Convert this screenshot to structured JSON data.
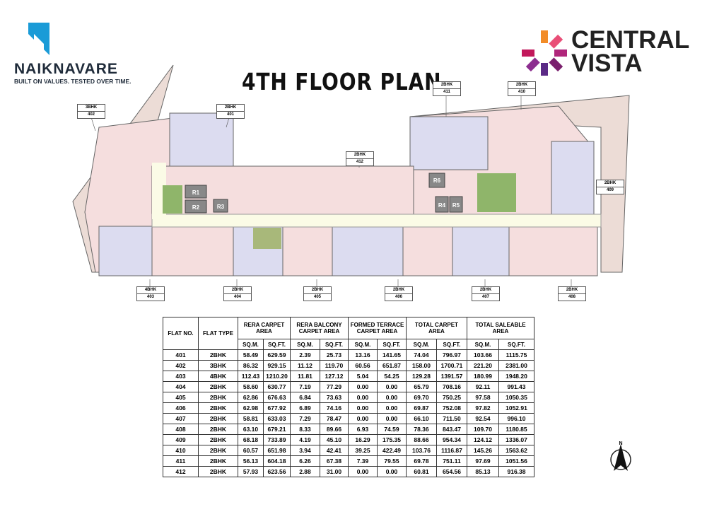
{
  "brand": {
    "name": "NAIKNAVARE",
    "tagline": "BUILT ON VALUES. TESTED OVER TIME."
  },
  "project": {
    "name_line1": "CENTRAL",
    "name_line2": "VISTA"
  },
  "title": "4TH  FLOOR PLAN",
  "colors": {
    "logo_blue": "#1a9bd7",
    "terrace": "#e8d6d0",
    "flat_pink": "#f6dede",
    "flat_lavender": "#dcdcf0",
    "corridor": "#fbfbe6",
    "landscape": "#8fb56a"
  },
  "flat_tags": [
    {
      "type": "3BHK",
      "no": "402"
    },
    {
      "type": "2BHK",
      "no": "401"
    },
    {
      "type": "2BHK",
      "no": "411"
    },
    {
      "type": "2BHK",
      "no": "410"
    },
    {
      "type": "2BHK",
      "no": "412"
    },
    {
      "type": "2BHK",
      "no": "409"
    },
    {
      "type": "4BHK",
      "no": "403"
    },
    {
      "type": "2BHK",
      "no": "404"
    },
    {
      "type": "2BHK",
      "no": "405"
    },
    {
      "type": "2BHK",
      "no": "406"
    },
    {
      "type": "2BHK",
      "no": "407"
    },
    {
      "type": "2BHK",
      "no": "408"
    }
  ],
  "plan_labels": {
    "lift_r1": "R1",
    "lift_r2": "R2",
    "lift_r3": "R3",
    "lift_r4": "R4",
    "lift_r5": "R5",
    "lift_r6": "R6"
  },
  "table": {
    "headers": {
      "flat_no": "FLAT NO.",
      "flat_type": "FLAT TYPE",
      "rera_carpet": "RERA CARPET AREA",
      "rera_balcony": "RERA BALCONY CARPET AREA",
      "formed_terrace": "FORMED TERRACE CARPET AREA",
      "total_carpet": "TOTAL CARPET AREA",
      "total_saleable": "TOTAL SALEABLE AREA",
      "sqm": "SQ.M.",
      "sqft": "SQ.FT."
    },
    "rows": [
      [
        "401",
        "2BHK",
        "58.49",
        "629.59",
        "2.39",
        "25.73",
        "13.16",
        "141.65",
        "74.04",
        "796.97",
        "103.66",
        "1115.75"
      ],
      [
        "402",
        "3BHK",
        "86.32",
        "929.15",
        "11.12",
        "119.70",
        "60.56",
        "651.87",
        "158.00",
        "1700.71",
        "221.20",
        "2381.00"
      ],
      [
        "403",
        "4BHK",
        "112.43",
        "1210.20",
        "11.81",
        "127.12",
        "5.04",
        "54.25",
        "129.28",
        "1391.57",
        "180.99",
        "1948.20"
      ],
      [
        "404",
        "2BHK",
        "58.60",
        "630.77",
        "7.19",
        "77.29",
        "0.00",
        "0.00",
        "65.79",
        "708.16",
        "92.11",
        "991.43"
      ],
      [
        "405",
        "2BHK",
        "62.86",
        "676.63",
        "6.84",
        "73.63",
        "0.00",
        "0.00",
        "69.70",
        "750.25",
        "97.58",
        "1050.35"
      ],
      [
        "406",
        "2BHK",
        "62.98",
        "677.92",
        "6.89",
        "74.16",
        "0.00",
        "0.00",
        "69.87",
        "752.08",
        "97.82",
        "1052.91"
      ],
      [
        "407",
        "2BHK",
        "58.81",
        "633.03",
        "7.29",
        "78.47",
        "0.00",
        "0.00",
        "66.10",
        "711.50",
        "92.54",
        "996.10"
      ],
      [
        "408",
        "2BHK",
        "63.10",
        "679.21",
        "8.33",
        "89.66",
        "6.93",
        "74.59",
        "78.36",
        "843.47",
        "109.70",
        "1180.85"
      ],
      [
        "409",
        "2BHK",
        "68.18",
        "733.89",
        "4.19",
        "45.10",
        "16.29",
        "175.35",
        "88.66",
        "954.34",
        "124.12",
        "1336.07"
      ],
      [
        "410",
        "2BHK",
        "60.57",
        "651.98",
        "3.94",
        "42.41",
        "39.25",
        "422.49",
        "103.76",
        "1116.87",
        "145.26",
        "1563.62"
      ],
      [
        "411",
        "2BHK",
        "56.13",
        "604.18",
        "6.26",
        "67.38",
        "7.39",
        "79.55",
        "69.78",
        "751.11",
        "97.69",
        "1051.56"
      ],
      [
        "412",
        "2BHK",
        "57.93",
        "623.56",
        "2.88",
        "31.00",
        "0.00",
        "0.00",
        "60.81",
        "654.56",
        "85.13",
        "916.38"
      ]
    ]
  },
  "north": {
    "label": "N"
  }
}
